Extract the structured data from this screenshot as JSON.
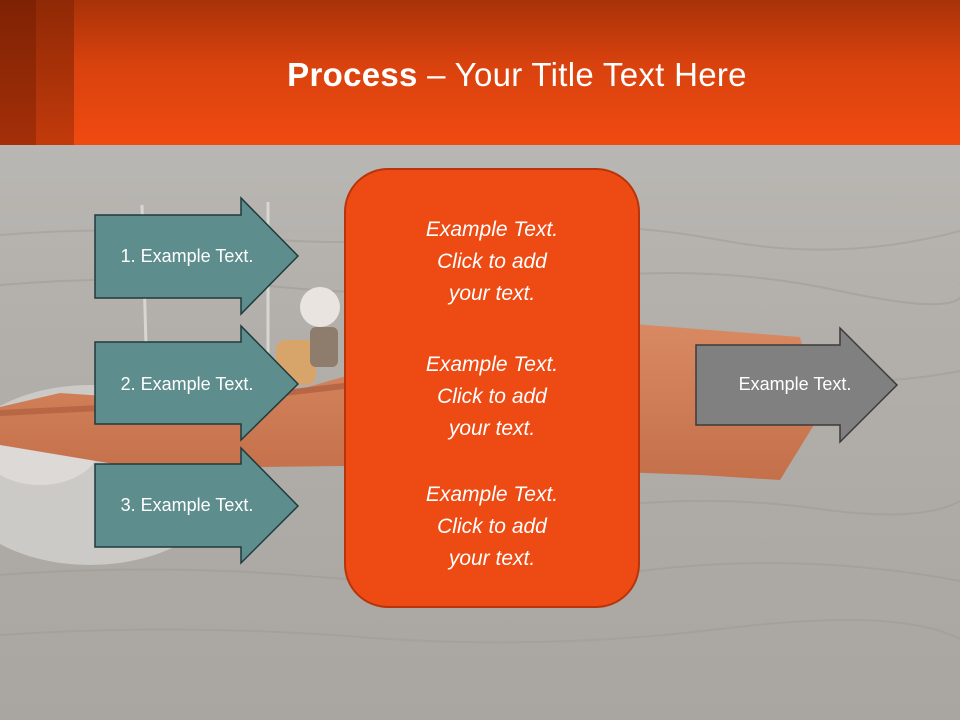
{
  "slide": {
    "title_bold": "Process",
    "title_rest": " – Your Title Text Here"
  },
  "steps": [
    {
      "label": "1. Example Text."
    },
    {
      "label": "2. Example Text."
    },
    {
      "label": "3. Example Text."
    }
  ],
  "center_box": {
    "paragraphs": [
      "Example Text.\nClick  to add\nyour text.",
      "Example Text.\nClick  to add\nyour text.",
      "Example Text.\nClick  to add\nyour text."
    ]
  },
  "result": {
    "label": "Example Text."
  },
  "colors": {
    "header": "#f04a10",
    "center_box": "#ee4a14",
    "step_arrow": "#5e8d8e",
    "result_arrow": "#808080"
  }
}
